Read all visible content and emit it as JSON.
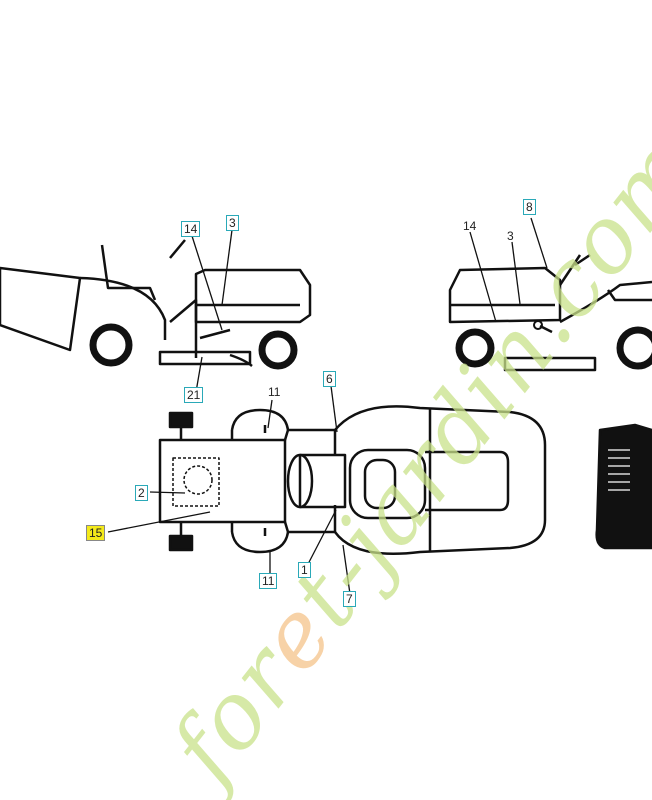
{
  "watermark": {
    "text_a": "for",
    "text_b": "e",
    "text_c": "t-jardin.com"
  },
  "callouts": {
    "left_side_14": "14",
    "left_side_3": "3",
    "left_side_21": "21",
    "right_side_14": "14",
    "right_side_3": "3",
    "right_side_8": "8",
    "top_11_upper": "11",
    "top_6": "6",
    "top_2": "2",
    "top_15": "15",
    "top_1": "1",
    "top_11_lower": "11",
    "top_7": "7"
  },
  "colors": {
    "callout_border": "#2aa9b8",
    "highlight": "#f4ea1a",
    "line": "#111111"
  }
}
